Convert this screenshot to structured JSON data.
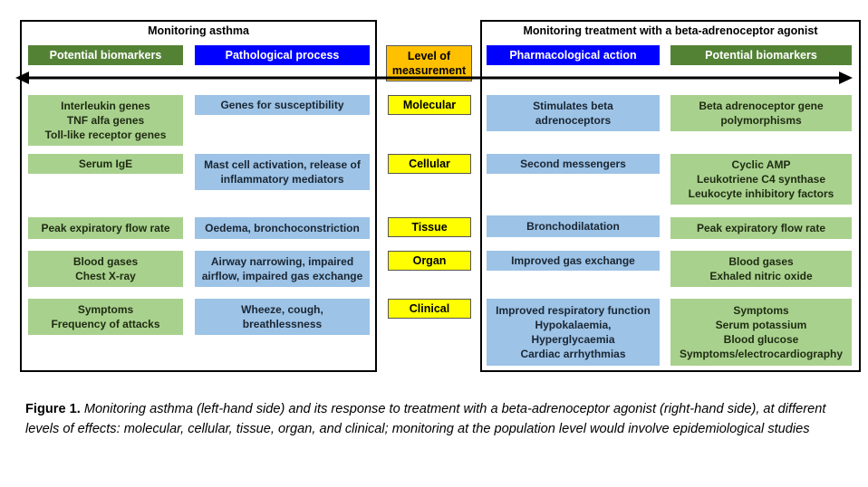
{
  "left_panel": {
    "title": "Monitoring asthma",
    "headers": {
      "biomarkers": "Potential biomarkers",
      "process": "Pathological process"
    }
  },
  "right_panel": {
    "title": "Monitoring treatment with a beta-adrenoceptor agonist",
    "headers": {
      "action": "Pharmacological action",
      "biomarkers": "Potential biomarkers"
    }
  },
  "level_header": "Level of\nmeasurement",
  "rows": [
    {
      "level": "Molecular",
      "left_biomarkers": "Interleukin genes\nTNF alfa genes\nToll-like receptor genes",
      "left_process": "Genes for susceptibility",
      "right_action": "Stimulates beta\nadrenoceptors",
      "right_biomarkers": "Beta adrenoceptor gene\npolymorphisms"
    },
    {
      "level": "Cellular",
      "left_biomarkers": "Serum IgE",
      "left_process": "Mast cell activation, release of\ninflammatory mediators",
      "right_action": "Second messengers",
      "right_biomarkers": "Cyclic AMP\nLeukotriene C4 synthase\nLeukocyte inhibitory factors"
    },
    {
      "level": "Tissue",
      "left_biomarkers": "Peak expiratory flow rate",
      "left_process": "Oedema, bronchoconstriction",
      "right_action": "Bronchodilatation",
      "right_biomarkers": "Peak expiratory flow rate"
    },
    {
      "level": "Organ",
      "left_biomarkers": "Blood gases\nChest X-ray",
      "left_process": "Airway narrowing, impaired\nairflow, impaired gas exchange",
      "right_action": "Improved gas exchange",
      "right_biomarkers": "Blood gases\nExhaled nitric oxide"
    },
    {
      "level": "Clinical",
      "left_biomarkers": "Symptoms\nFrequency of attacks",
      "left_process": "Wheeze, cough,\nbreathlessness",
      "right_action": "Improved respiratory function\nHypokalaemia,\nHyperglycaemia\nCardiac arrhythmias",
      "right_biomarkers": "Symptoms\nSerum potassium\nBlood glucose\nSymptoms/electrocardiography"
    }
  ],
  "caption": {
    "label": "Figure 1.",
    "text": " Monitoring asthma (left-hand side) and its response to treatment with a beta-adrenoceptor agonist (right-hand side), at different levels of effects: molecular, cellular, tissue, organ, and clinical; monitoring at the population level would involve epidemiological studies"
  },
  "colors": {
    "green_fill": "#a9d18e",
    "blue_fill": "#9dc3e6",
    "green_header": "#548235",
    "blue_header": "#0000ff",
    "level_fill": "#ffff00",
    "level_header_fill": "#ffc000"
  }
}
